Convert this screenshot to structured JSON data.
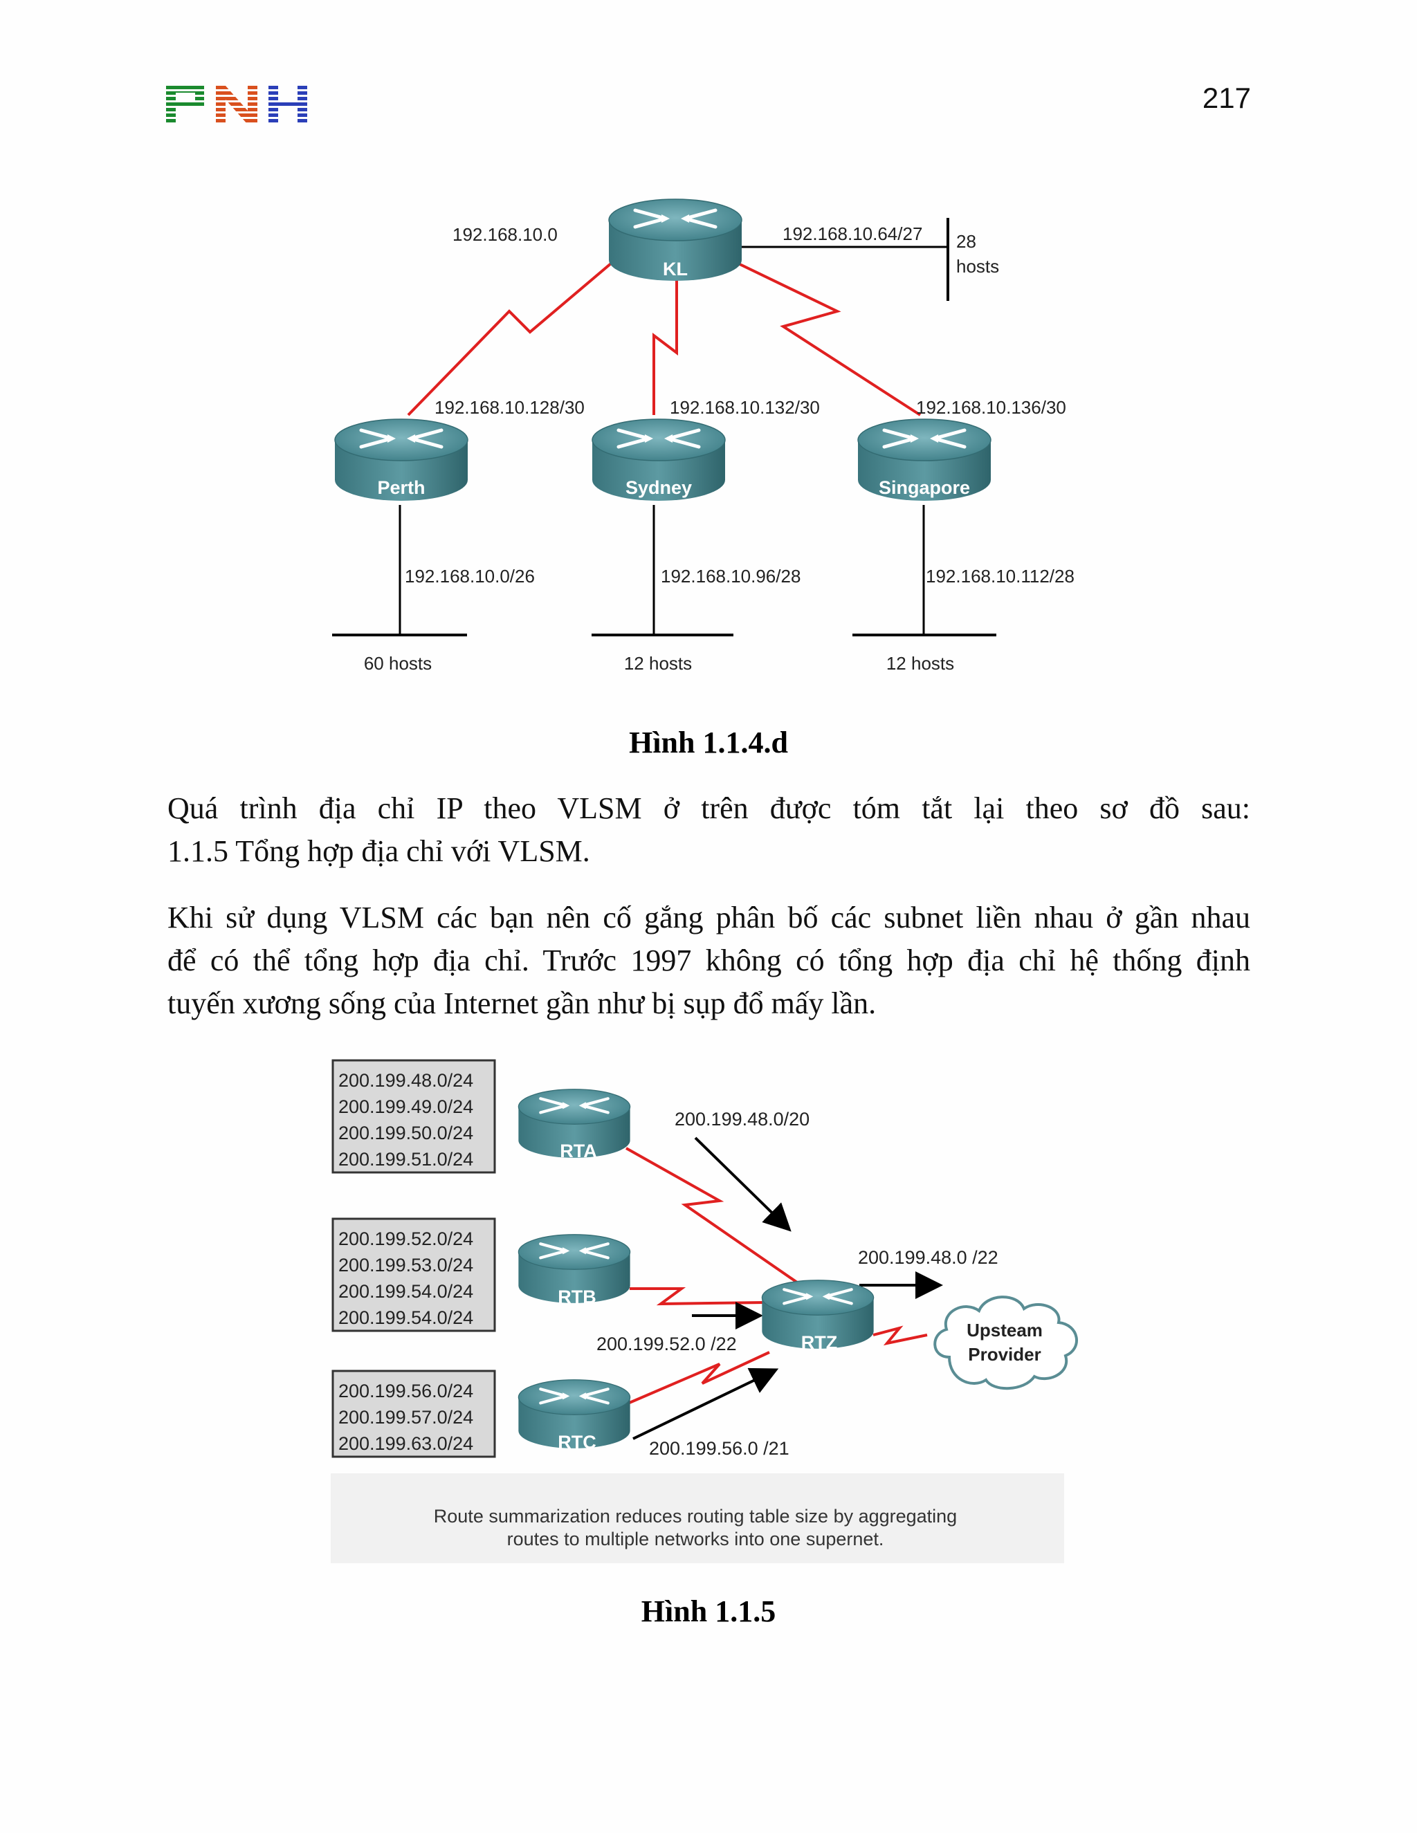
{
  "header": {
    "logo_text": "PNH",
    "page_number": "217"
  },
  "figure1": {
    "routers": {
      "kl": "KL",
      "perth": "Perth",
      "sydney": "Sydney",
      "singapore": "Singapore"
    },
    "labels": {
      "kl_left": "192.168.10.0",
      "kl_lan": "192.168.10.64/27",
      "kl_hosts_1": "28",
      "kl_hosts_2": "hosts",
      "link_perth": "192.168.10.128/30",
      "link_sydney": "192.168.10.132/30",
      "link_singapore": "192.168.10.136/30",
      "lan_perth": "192.168.10.0/26",
      "lan_sydney": "192.168.10.96/28",
      "lan_singapore": "192.168.10.112/28",
      "hosts_perth": "60 hosts",
      "hosts_sydney": "12 hosts",
      "hosts_singapore": "12 hosts"
    },
    "caption": "Hình 1.1.4.d"
  },
  "paragraph1": {
    "line1": "Quá trình địa chỉ IP theo VLSM ở trên được tóm tắt lại theo sơ đồ sau:",
    "line2": "1.1.5 Tổng hợp địa chỉ với VLSM."
  },
  "paragraph2": {
    "line1": "Khi sử dụng VLSM các bạn nên cố gắng phân bố các subnet liền nhau ở gần nhau",
    "line2": "để có thể tổng hợp địa chỉ. Trước 1997 không có tổng hợp địa chỉ hệ thống định",
    "line3": "tuyến xương sống của Internet gần như bị sụp đổ mấy lần."
  },
  "figure2": {
    "box_a": [
      "200.199.48.0/24",
      "200.199.49.0/24",
      "200.199.50.0/24",
      "200.199.51.0/24"
    ],
    "box_b": [
      "200.199.52.0/24",
      "200.199.53.0/24",
      "200.199.54.0/24",
      "200.199.54.0/24"
    ],
    "box_c": [
      "200.199.56.0/24",
      "200.199.57.0/24",
      "200.199.63.0/24"
    ],
    "routers": {
      "rta": "RTA",
      "rtb": "RTB",
      "rtc": "RTC",
      "rtz": "RTZ"
    },
    "labels": {
      "rta_summary": "200.199.48.0/20",
      "rtz_summary": "200.199.48.0 /22",
      "rtb_summary": "200.199.52.0 /22",
      "rtc_summary": "200.199.56.0 /21"
    },
    "cloud": {
      "line1": "Upsteam",
      "line2": "Provider"
    },
    "note": {
      "line1": "Route summarization reduces routing table size by aggregating",
      "line2": "routes to multiple networks into one supernet."
    },
    "caption": "Hình 1.1.5"
  },
  "colors": {
    "logo_p": "#1a8a2e",
    "logo_n": "#d9501e",
    "logo_h": "#2b3fb8",
    "serial_link": "#e02020",
    "router_body": "#4f8f98"
  }
}
